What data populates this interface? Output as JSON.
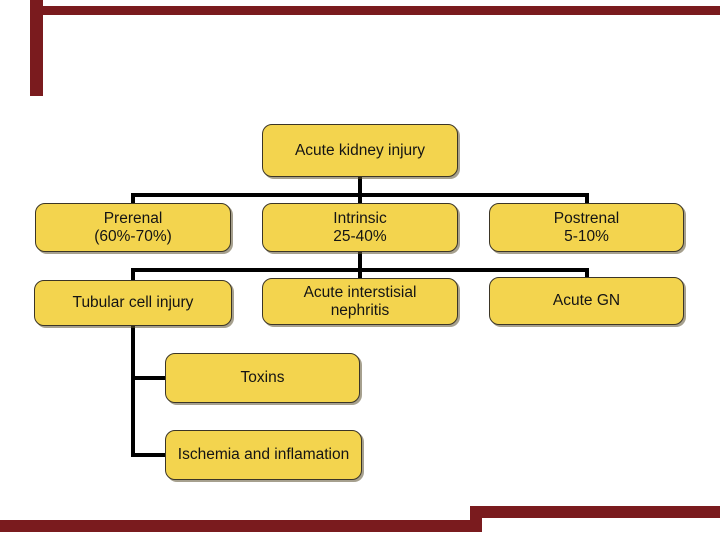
{
  "colors": {
    "background": "#ffffff",
    "accent": "#7a1b1e",
    "box_fill": "#f3d44e",
    "box_border": "#3b3526",
    "connector": "#000000",
    "text": "#141414"
  },
  "nodes": {
    "aki": {
      "label": "Acute kidney injury"
    },
    "prerenal": {
      "label": "Prerenal\n(60%-70%)"
    },
    "intrinsic": {
      "label": "Intrinsic\n25-40%"
    },
    "postrenal": {
      "label": "Postrenal\n5-10%"
    },
    "tubular": {
      "label": "Tubular cell injury"
    },
    "ain": {
      "label": "Acute interstisial\nnephritis"
    },
    "acutegn": {
      "label": "Acute GN"
    },
    "toxins": {
      "label": "Toxins"
    },
    "ischemia": {
      "label": "Ischemia and inflamation"
    }
  },
  "chart_data": {
    "type": "org-chart",
    "title": "Acute kidney injury",
    "nodes": [
      "Acute kidney injury",
      "Prerenal (60%-70%)",
      "Intrinsic 25-40%",
      "Postrenal 5-10%",
      "Tubular cell injury",
      "Acute interstisial nephritis",
      "Acute GN",
      "Toxins",
      "Ischemia and inflamation"
    ],
    "edges": [
      [
        "Acute kidney injury",
        "Prerenal (60%-70%)"
      ],
      [
        "Acute kidney injury",
        "Intrinsic 25-40%"
      ],
      [
        "Acute kidney injury",
        "Postrenal 5-10%"
      ],
      [
        "Intrinsic 25-40%",
        "Tubular cell injury"
      ],
      [
        "Intrinsic 25-40%",
        "Acute interstisial nephritis"
      ],
      [
        "Intrinsic 25-40%",
        "Acute GN"
      ],
      [
        "Tubular cell injury",
        "Toxins"
      ],
      [
        "Tubular cell injury",
        "Ischemia and inflamation"
      ]
    ]
  }
}
